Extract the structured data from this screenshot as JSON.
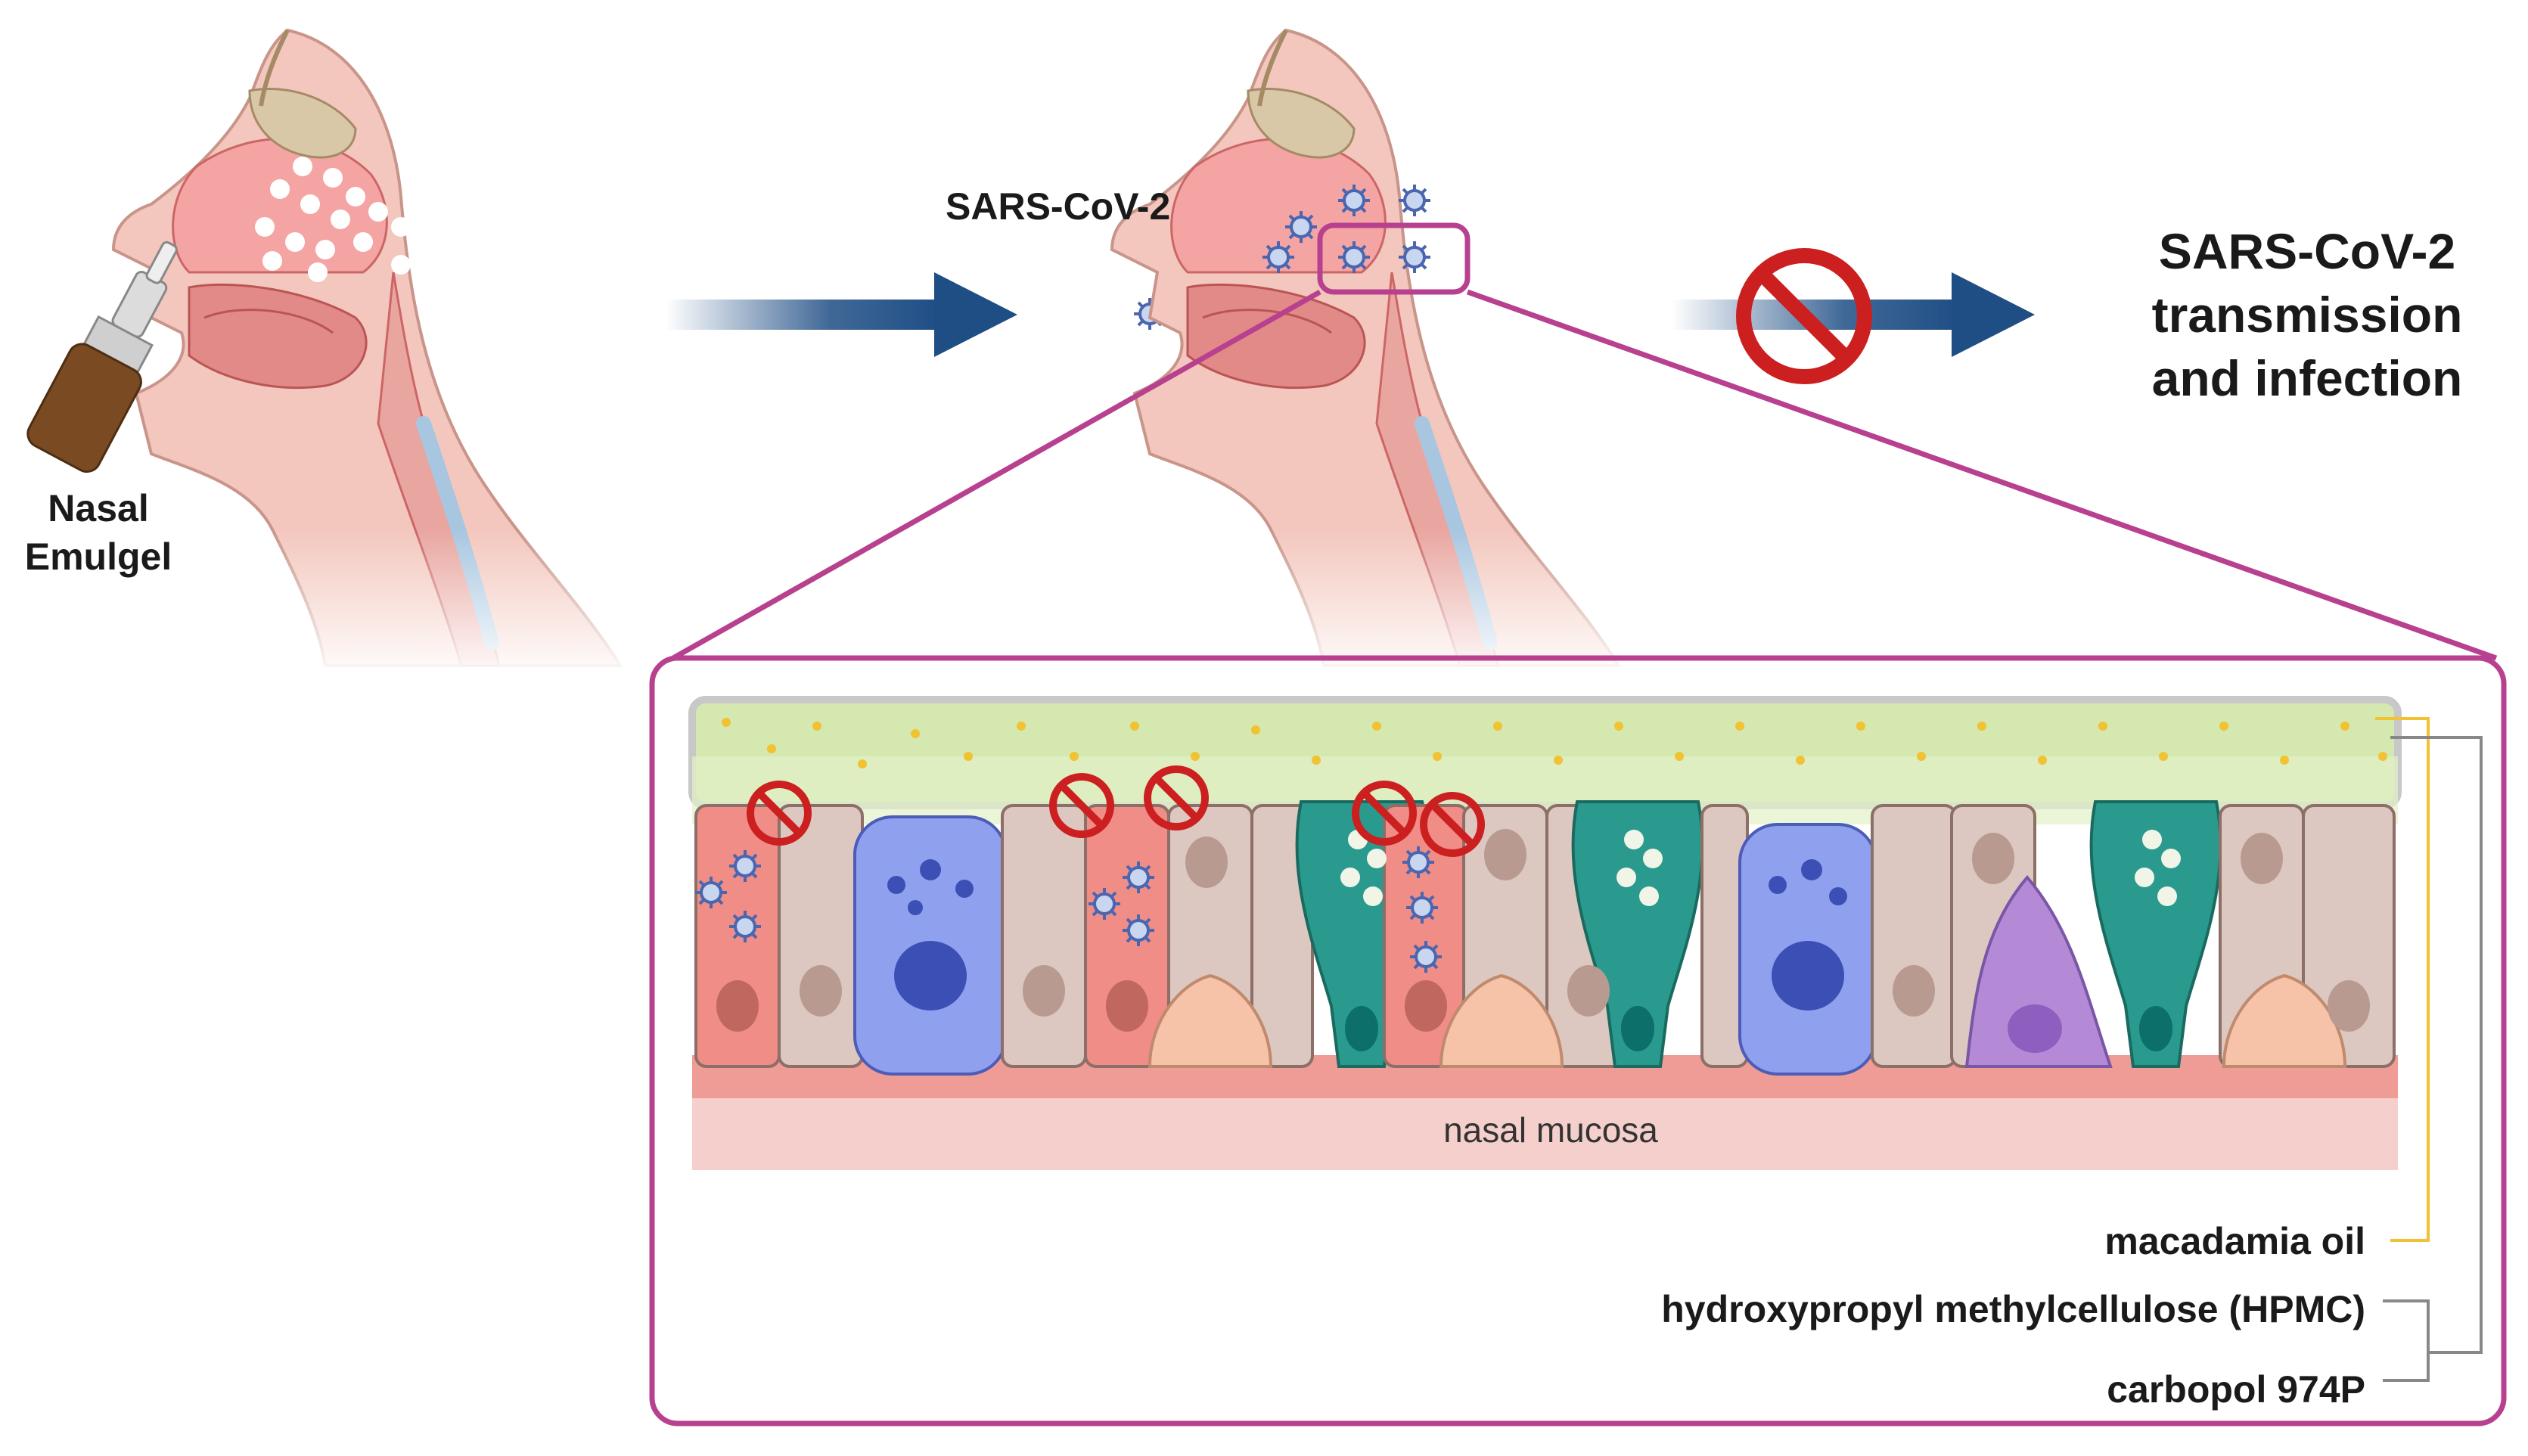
{
  "labels": {
    "nasal_emulgel": [
      "Nasal",
      "Emulgel"
    ],
    "virus": "SARS-CoV-2",
    "outcome": [
      "SARS-CoV-2",
      "transmission",
      "and infection"
    ],
    "tissue": "nasal mucosa"
  },
  "legend": {
    "oil": "macadamia oil",
    "polymer1": "hydroxypropyl methylcellulose (HPMC)",
    "polymer2": "carbopol 974P"
  },
  "colors": {
    "accent_magenta": "#b8418f",
    "arrow_blue": "#1f4e85",
    "prohibit_red": "#cc1f1f",
    "oil_yellow": "#f1c232",
    "gel_green": "#d4e8b0",
    "mucosa_pink": "#f5cfcb"
  },
  "icons": [
    "nasal-spray-bottle-icon",
    "virus-particle-icon",
    "prohibited-sign-icon",
    "right-arrow-icon"
  ]
}
